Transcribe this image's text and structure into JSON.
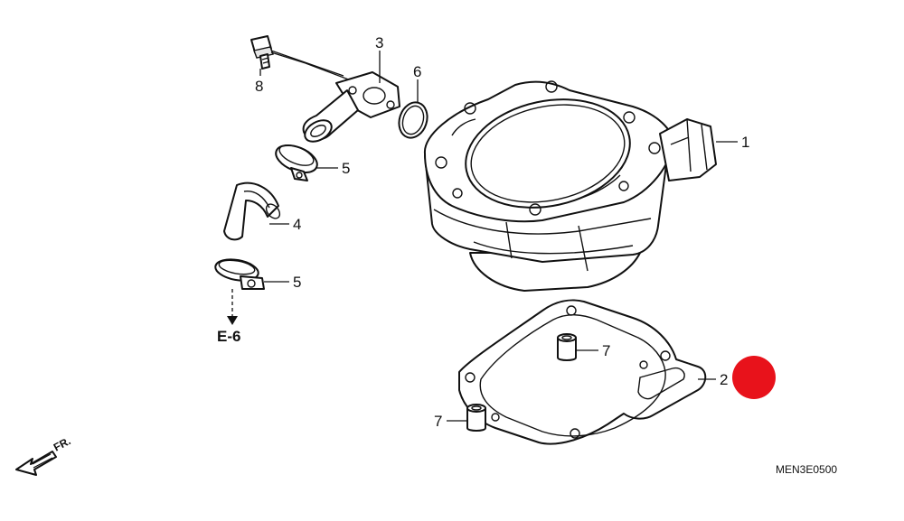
{
  "callouts": [
    {
      "id": "cylinder",
      "label": "1"
    },
    {
      "id": "gasket",
      "label": "2"
    },
    {
      "id": "water-joint",
      "label": "3"
    },
    {
      "id": "water-hose",
      "label": "4"
    },
    {
      "id": "hose-clamp-upper",
      "label": "5"
    },
    {
      "id": "hose-clamp-lower",
      "label": "5"
    },
    {
      "id": "o-ring",
      "label": "6"
    },
    {
      "id": "dowel-pin-upper",
      "label": "7"
    },
    {
      "id": "dowel-pin-lower",
      "label": "7"
    },
    {
      "id": "bolt",
      "label": "8"
    }
  ],
  "reference": {
    "label": "E-6"
  },
  "front_arrow": {
    "label": "FR."
  },
  "diagram_code": "MEN3E0500",
  "colors": {
    "marker": "#e8121b",
    "ink": "#111111"
  }
}
